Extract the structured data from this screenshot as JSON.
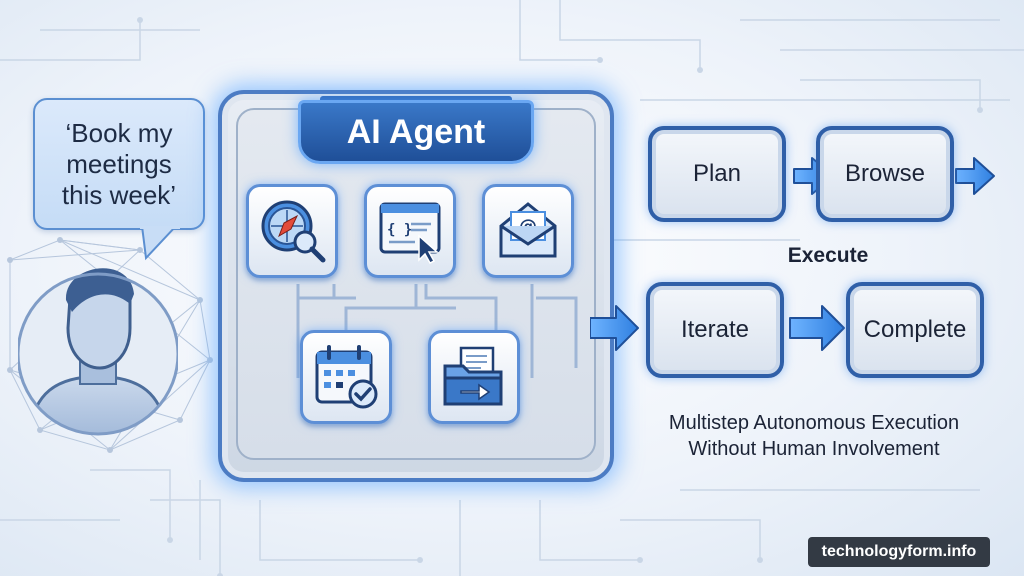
{
  "diagram": {
    "speech_bubble": "‘Book my\nmeetings\nthis week’",
    "agent_title": "AI Agent",
    "steps": {
      "plan": "Plan",
      "browse": "Browse",
      "iterate": "Iterate",
      "complete": "Complete"
    },
    "execute_label": "Execute",
    "caption": "Multistep Autonomous Execution\nWithout Human Involvement",
    "watermark": "technologyform.info"
  },
  "icons": [
    "compass-search-icon",
    "code-window-icon",
    "email-icon",
    "calendar-check-icon",
    "folder-transfer-icon",
    "user-avatar-icon"
  ],
  "colors": {
    "accent": "#2f5fa8",
    "glow": "#50a0ff",
    "arrow": "#3d8fe8"
  }
}
